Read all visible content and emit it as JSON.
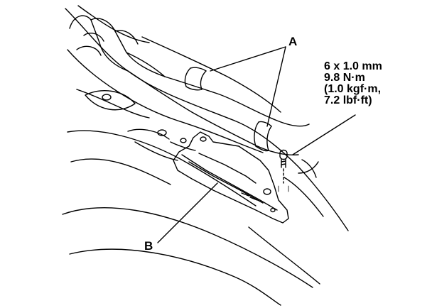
{
  "labels": {
    "part_a": "A",
    "part_b": "B"
  },
  "torque_spec": {
    "line_1": "6 x 1.0 mm",
    "line_2": "9.8 N·m",
    "line_3": "(1.0 kgf·m,",
    "line_4": "7.2 lbf·ft)"
  },
  "colors": {
    "ink": "#000000",
    "paper": "#ffffff"
  }
}
